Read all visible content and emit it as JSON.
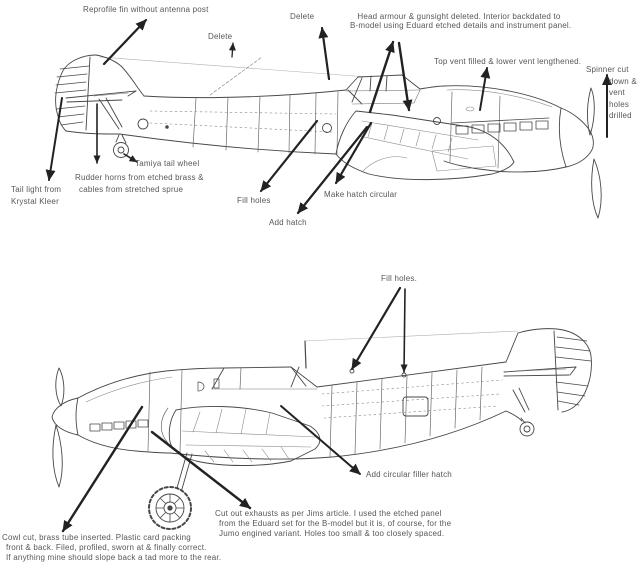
{
  "figure": {
    "background": "#ffffff",
    "ink_color": "#474747",
    "text_color": "#575757",
    "arrow_color": "#222222"
  },
  "top_view": {
    "labels": {
      "reprofile_fin": "Reprofile fin without antenna post",
      "delete_1": "Delete",
      "delete_2": "Delete",
      "head_armour_line1": "Head armour & gunsight deleted. Interior backdated to",
      "head_armour_line2": "B-model using Eduard etched details and instrument panel.",
      "top_vent": "Top vent filled & lower vent lengthened.",
      "spinner_line1": "Spinner cut",
      "spinner_line2": "down &",
      "spinner_line3": "vent",
      "spinner_line4": "holes",
      "spinner_line5": "drilled",
      "tamiya_tail_wheel": "Tamiya tail wheel",
      "rudder_horns_line1": "Rudder horns from etched brass &",
      "rudder_horns_line2": "cables from stretched sprue",
      "tail_light_line1": "Tail light from",
      "tail_light_line2": "Krystal Kleer",
      "fill_holes": "Fill holes",
      "make_hatch_circular": "Make hatch circular",
      "add_hatch": "Add hatch"
    }
  },
  "bottom_view": {
    "labels": {
      "fill_holes": "Fill holes.",
      "add_circular_filler_hatch": "Add circular filler hatch",
      "cut_exhausts_line1": "Cut out exhausts as per Jims article. I used the etched panel",
      "cut_exhausts_line2": "from the Eduard set for the B-model but it is, of course, for the",
      "cut_exhausts_line3": "Jumo engined variant. Holes too small & too closely spaced.",
      "cowl_cut_line1": "Cowl cut, brass tube inserted. Plastic card packing",
      "cowl_cut_line2": "front & back. Filed, profiled, sworn at & finally correct.",
      "cowl_cut_line3": "If anything mine should slope back a tad more to the rear."
    }
  }
}
